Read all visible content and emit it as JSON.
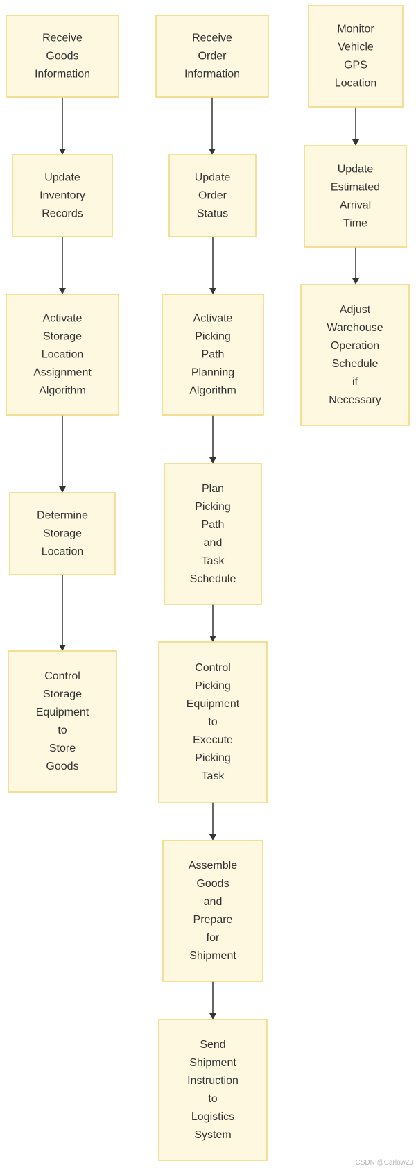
{
  "flowchart": {
    "nodes": [
      {
        "id": "receive-goods",
        "lines": [
          "Receive",
          "Goods",
          "Information"
        ]
      },
      {
        "id": "update-inventory",
        "lines": [
          "Update",
          "Inventory",
          "Records"
        ]
      },
      {
        "id": "activate-storage-algorithm",
        "lines": [
          "Activate",
          "Storage",
          "Location",
          "Assignment",
          "Algorithm"
        ]
      },
      {
        "id": "determine-storage",
        "lines": [
          "Determine",
          "Storage",
          "Location"
        ]
      },
      {
        "id": "control-storage-equipment",
        "lines": [
          "Control",
          "Storage",
          "Equipment",
          "to",
          "Store",
          "Goods"
        ]
      },
      {
        "id": "receive-order",
        "lines": [
          "Receive",
          "Order",
          "Information"
        ]
      },
      {
        "id": "update-order-status",
        "lines": [
          "Update",
          "Order",
          "Status"
        ]
      },
      {
        "id": "activate-picking-algorithm",
        "lines": [
          "Activate",
          "Picking",
          "Path",
          "Planning",
          "Algorithm"
        ]
      },
      {
        "id": "plan-picking",
        "lines": [
          "Plan",
          "Picking",
          "Path",
          "and",
          "Task",
          "Schedule"
        ]
      },
      {
        "id": "control-picking-equipment",
        "lines": [
          "Control",
          "Picking",
          "Equipment",
          "to",
          "Execute",
          "Picking",
          "Task"
        ]
      },
      {
        "id": "assemble-goods",
        "lines": [
          "Assemble",
          "Goods",
          "and",
          "Prepare",
          "for",
          "Shipment"
        ]
      },
      {
        "id": "send-shipment",
        "lines": [
          "Send",
          "Shipment",
          "Instruction",
          "to",
          "Logistics",
          "System"
        ]
      },
      {
        "id": "monitor-gps",
        "lines": [
          "Monitor",
          "Vehicle",
          "GPS",
          "Location"
        ]
      },
      {
        "id": "update-eta",
        "lines": [
          "Update",
          "Estimated",
          "Arrival",
          "Time"
        ]
      },
      {
        "id": "adjust-schedule",
        "lines": [
          "Adjust",
          "Warehouse",
          "Operation",
          "Schedule",
          "if",
          "Necessary"
        ]
      }
    ],
    "edges": [
      {
        "from": "receive-goods",
        "to": "update-inventory"
      },
      {
        "from": "update-inventory",
        "to": "activate-storage-algorithm"
      },
      {
        "from": "activate-storage-algorithm",
        "to": "determine-storage"
      },
      {
        "from": "determine-storage",
        "to": "control-storage-equipment"
      },
      {
        "from": "receive-order",
        "to": "update-order-status"
      },
      {
        "from": "update-order-status",
        "to": "activate-picking-algorithm"
      },
      {
        "from": "activate-picking-algorithm",
        "to": "plan-picking"
      },
      {
        "from": "plan-picking",
        "to": "control-picking-equipment"
      },
      {
        "from": "control-picking-equipment",
        "to": "assemble-goods"
      },
      {
        "from": "assemble-goods",
        "to": "send-shipment"
      },
      {
        "from": "monitor-gps",
        "to": "update-eta"
      },
      {
        "from": "update-eta",
        "to": "adjust-schedule"
      }
    ]
  },
  "watermark": "CSDN @CarlowZJ"
}
